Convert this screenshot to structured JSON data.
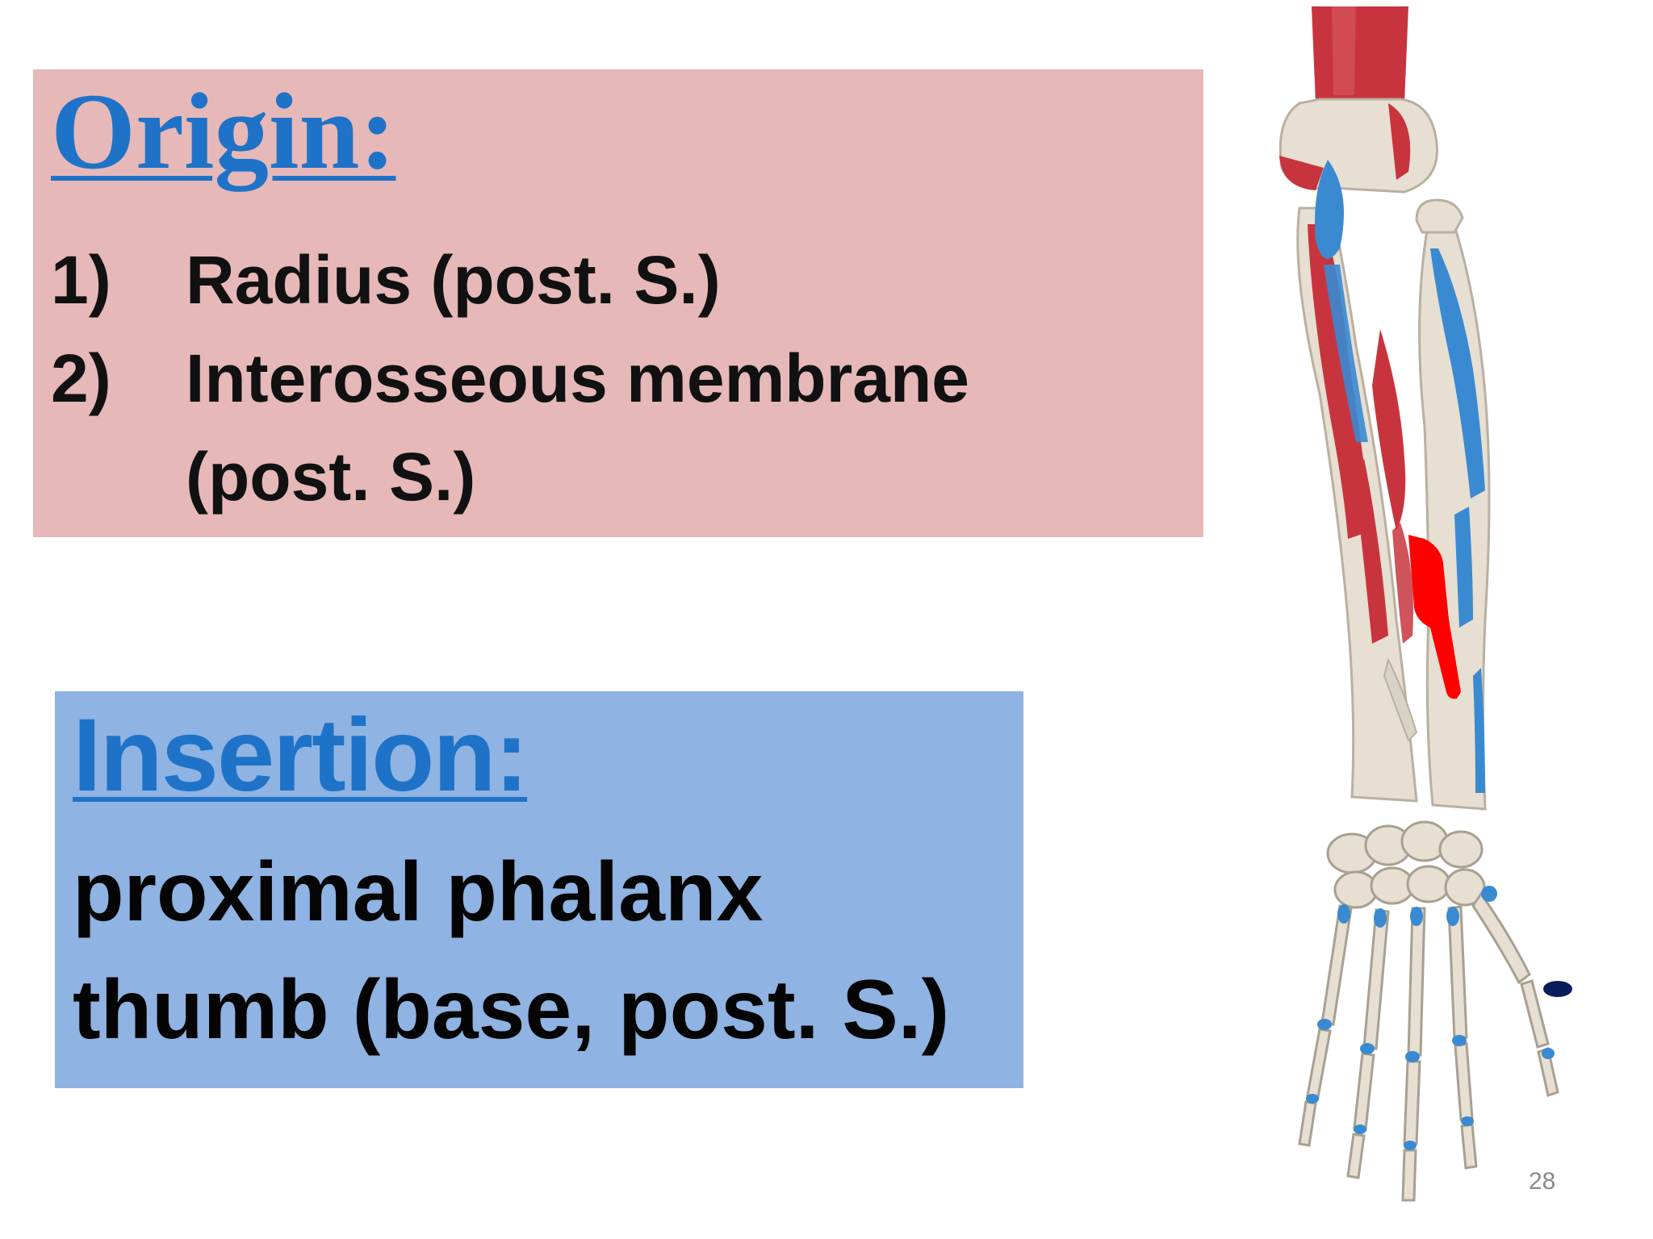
{
  "origin": {
    "heading": "Origin:",
    "items": [
      {
        "number": "1)",
        "text": "Radius (post. S.)"
      },
      {
        "number": "2)",
        "text": "Interosseous membrane (post. S.)"
      }
    ]
  },
  "insertion": {
    "heading": "Insertion:",
    "line1": "proximal phalanx",
    "line2": "thumb (base, post. S.)"
  },
  "figure": {
    "subject": "forearm-and-hand-bones-posterior-view",
    "colors": {
      "muscle_origin": "#c8343d",
      "muscle_insertion": "#3a8ad1",
      "highlight_origin": "#ff0000",
      "highlight_insertion": "#0b1c5a",
      "bone": "#e6dfd2"
    }
  },
  "page_number": "28",
  "colors": {
    "origin_panel": "#e6b8b8",
    "insertion_panel": "#8fb3e2",
    "heading_blue": "#1e73c8"
  }
}
